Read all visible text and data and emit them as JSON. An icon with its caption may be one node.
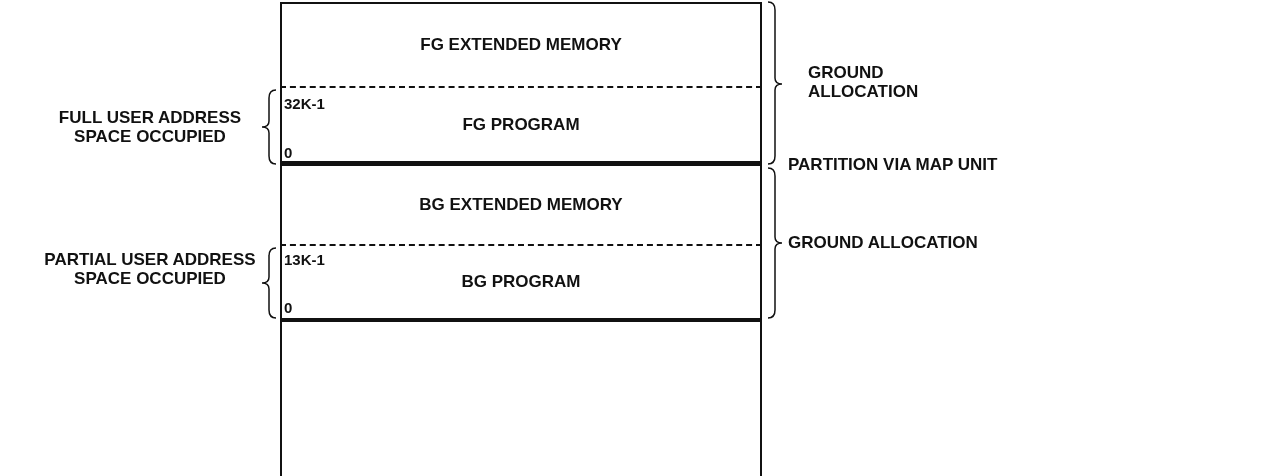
{
  "diagram": {
    "nodes": [
      {
        "text": [
          "FG EXTENDED MEMORY"
        ]
      },
      {
        "text": [
          "FG PROGRAM"
        ]
      },
      {
        "text": [
          "BG EXTENDED MEMORY"
        ]
      },
      {
        "text": [
          "BG PROGRAM"
        ]
      },
      {
        "text": [],
        "shape": "box"
      }
    ],
    "edges": [],
    "labels": [
      "FULL USER ADDRESS SPACE OCCUPIED",
      "32K-1",
      "0",
      "GROUND ALLOCATION",
      "PARTITION VIA MAP UNIT",
      "PARTIAL USER ADDRESS SPACE OCCUPIED",
      "13K-1",
      "0",
      "GROUND ALLOCATION"
    ]
  }
}
